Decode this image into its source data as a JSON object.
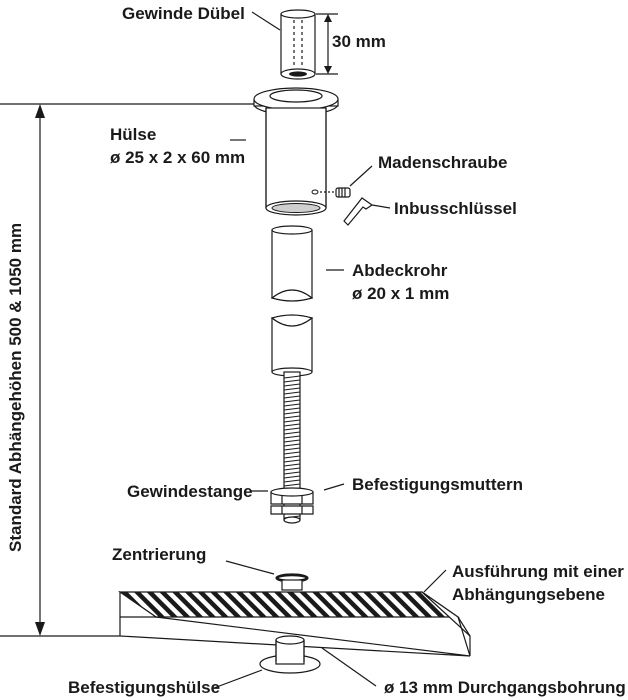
{
  "labels": {
    "gewinde_duebel": "Gewinde Dübel",
    "dim_30": "30 mm",
    "huelse_line1": "Hülse",
    "huelse_line2": "ø 25 x 2 x 60 mm",
    "madenschraube": "Madenschraube",
    "inbusschluessel": "Inbusschlüssel",
    "abdeckrohr_line1": "Abdeckrohr",
    "abdeckrohr_line2": "ø 20 x 1 mm",
    "gewindestange": "Gewindestange",
    "befestigungsmuttern": "Befestigungsmuttern",
    "zentrierung": "Zentrierung",
    "ausfuehrung_line1": "Ausführung mit einer",
    "ausfuehrung_line2": "Abhängungsebene",
    "befestigungshuelse": "Befestigungshülse",
    "bohrung": "ø 13 mm Durchgangsbohrung",
    "vertical_dim": "Standard Abhängehöhen 500 & 1050 mm"
  },
  "colors": {
    "ink": "#1a1a1a",
    "paper": "#ffffff",
    "shade": "#e6e6e6"
  }
}
